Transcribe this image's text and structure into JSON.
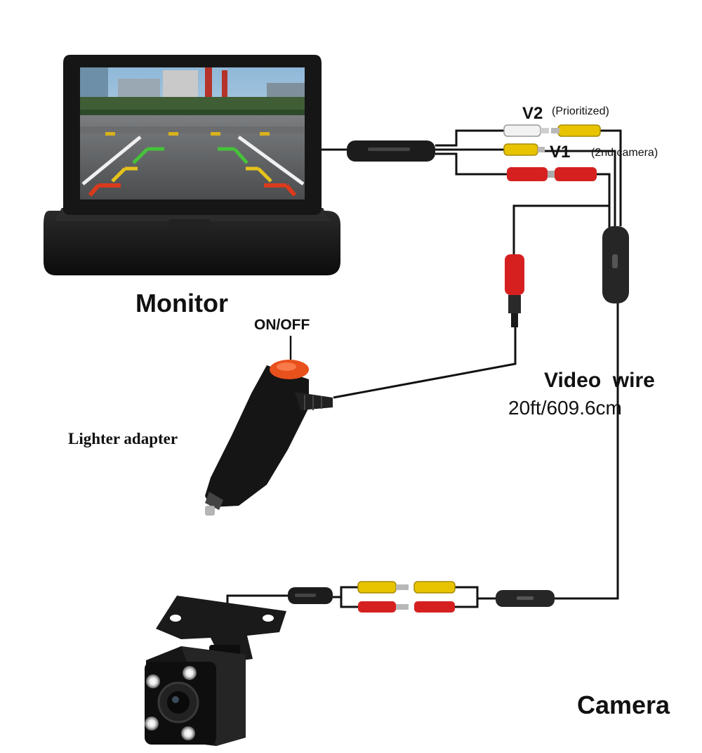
{
  "labels": {
    "monitor": "Monitor",
    "on_off": "ON/OFF",
    "lighter_adapter": "Lighter adapter",
    "video_wire": "Video  wire",
    "wire_length": "20ft/609.6cm",
    "camera": "Camera",
    "v2": "V2",
    "prioritized": "(Prioritized)",
    "v1": "V1",
    "second_camera": "(2nd camera)"
  },
  "colors": {
    "wire": "#111111",
    "rca_yellow": "#e8c400",
    "rca_red": "#d62020",
    "rca_white": "#f2f2f2",
    "switch_orange": "#e8501c",
    "device_body": "#1a1a1a"
  },
  "icons": {
    "monitor": "car-monitor-icon",
    "lighter": "cigarette-lighter-icon",
    "camera": "backup-camera-icon"
  }
}
